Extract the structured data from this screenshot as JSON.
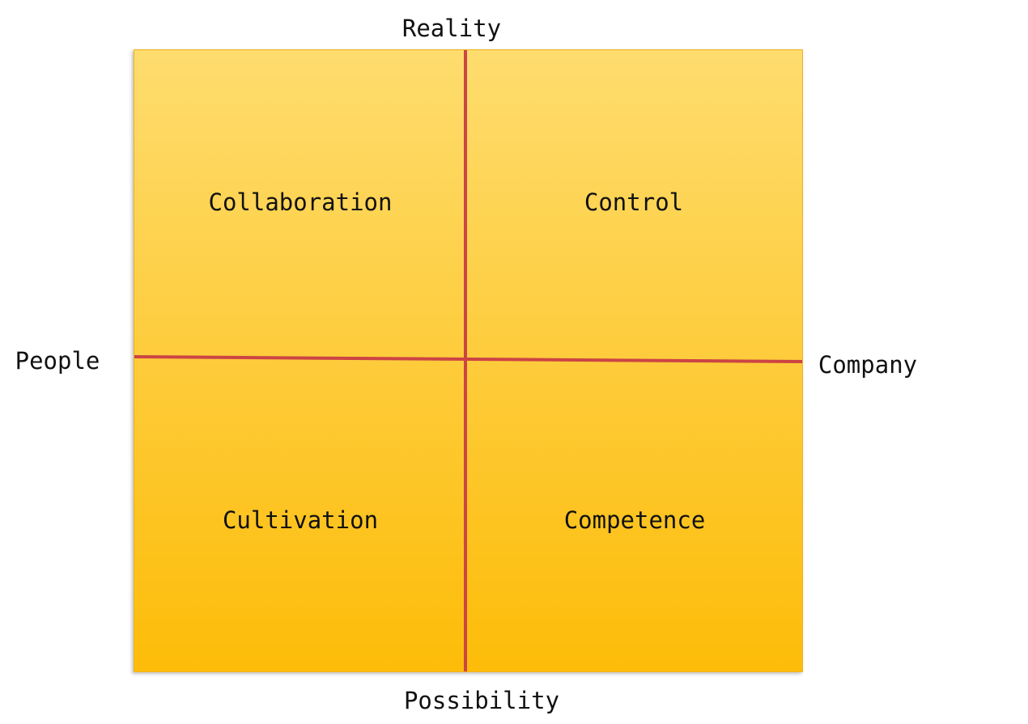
{
  "axes": {
    "top": "Reality",
    "bottom": "Possibility",
    "left": "People",
    "right": "Company"
  },
  "quadrants": {
    "top_left": "Collaboration",
    "top_right": "Control",
    "bottom_left": "Cultivation",
    "bottom_right": "Competence"
  },
  "colors": {
    "fill_top": "#fedc6e",
    "fill_bottom": "#fdbc08",
    "divider": "#cc4444"
  }
}
